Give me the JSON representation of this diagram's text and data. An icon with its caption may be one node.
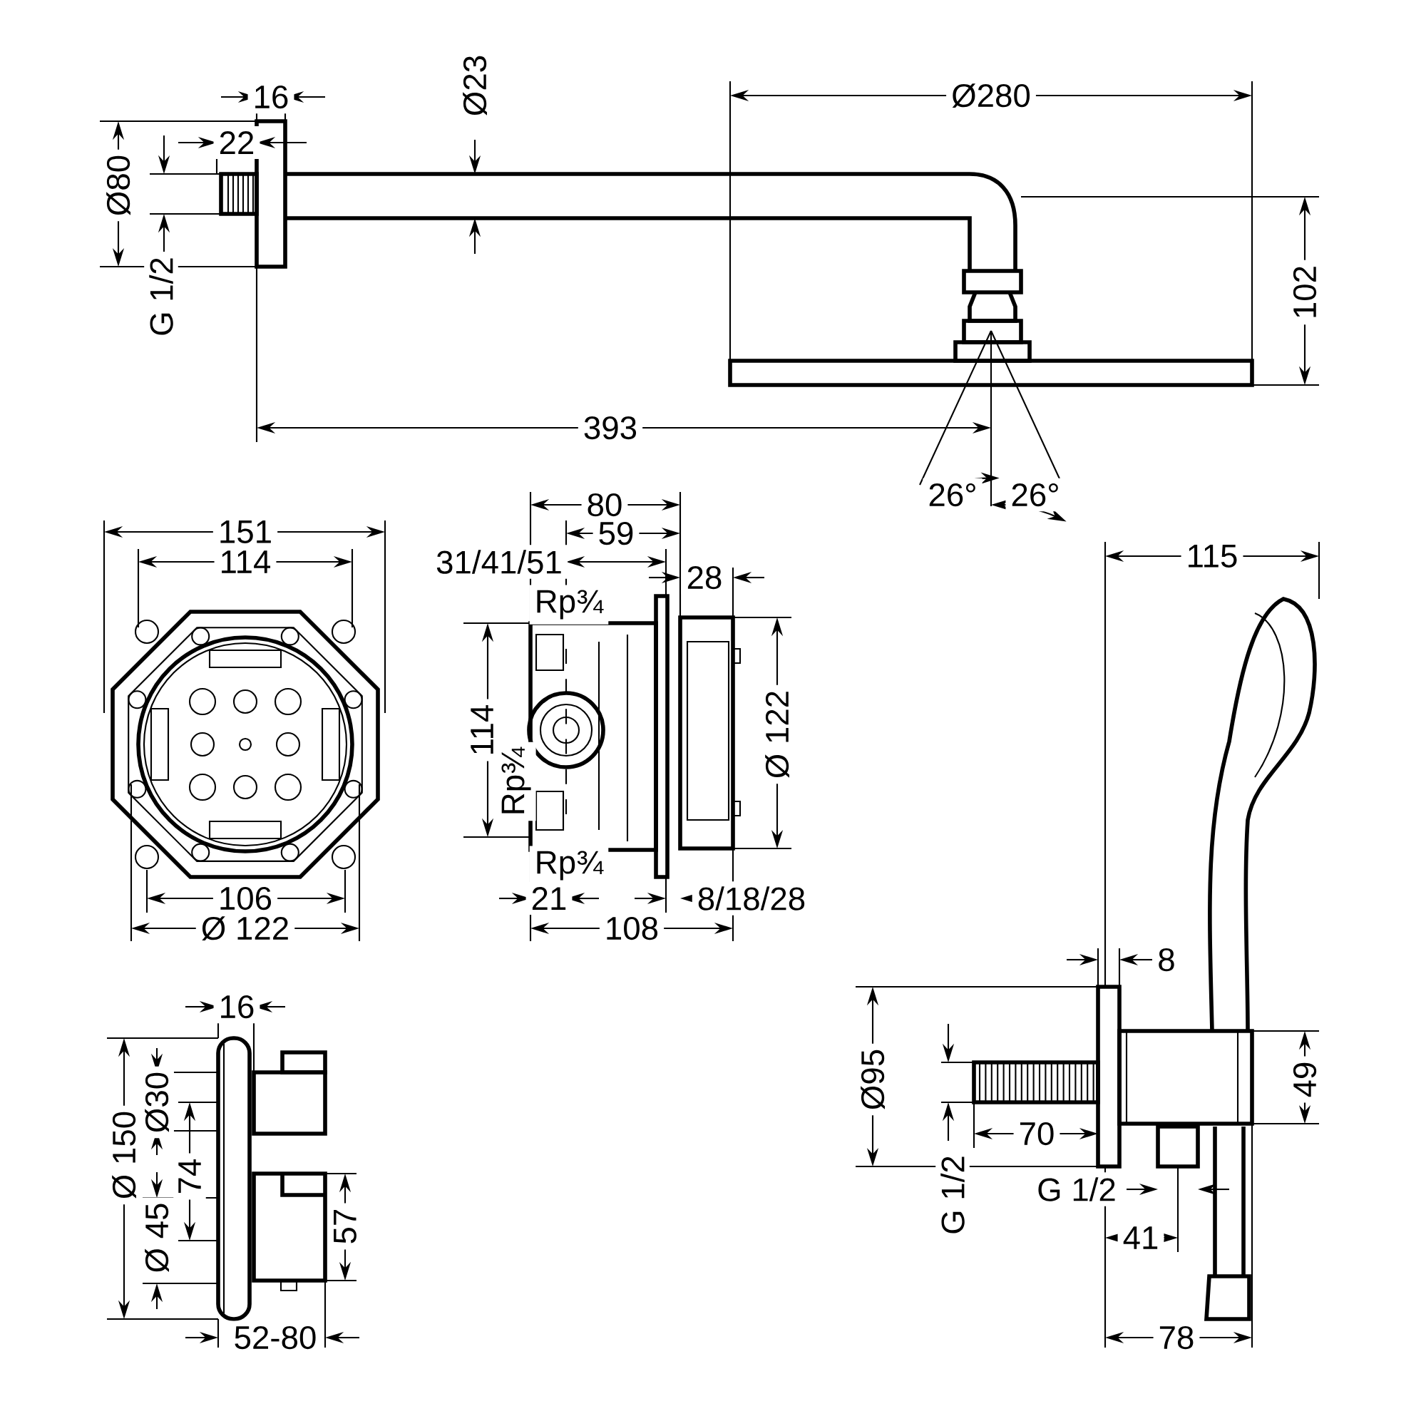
{
  "diagram": {
    "labels": [
      "16",
      "Ø23",
      "Ø280",
      "22",
      "Ø80",
      "G 1/2",
      "102",
      "393",
      "26°",
      "26°",
      "80",
      "151",
      "59",
      "115",
      "114",
      "31/41/51",
      "28",
      "Rp¾",
      "114",
      "Rp¾",
      "Ø 122",
      "Rp¾",
      "21",
      "8/18/28",
      "106",
      "108",
      "Ø 122",
      "8",
      "16",
      "Ø 150",
      "Ø30",
      "74",
      "Ø 45",
      "57",
      "Ø95",
      "49",
      "70",
      "G 1/2",
      "G 1/2",
      "41",
      "52-80",
      "78"
    ]
  }
}
